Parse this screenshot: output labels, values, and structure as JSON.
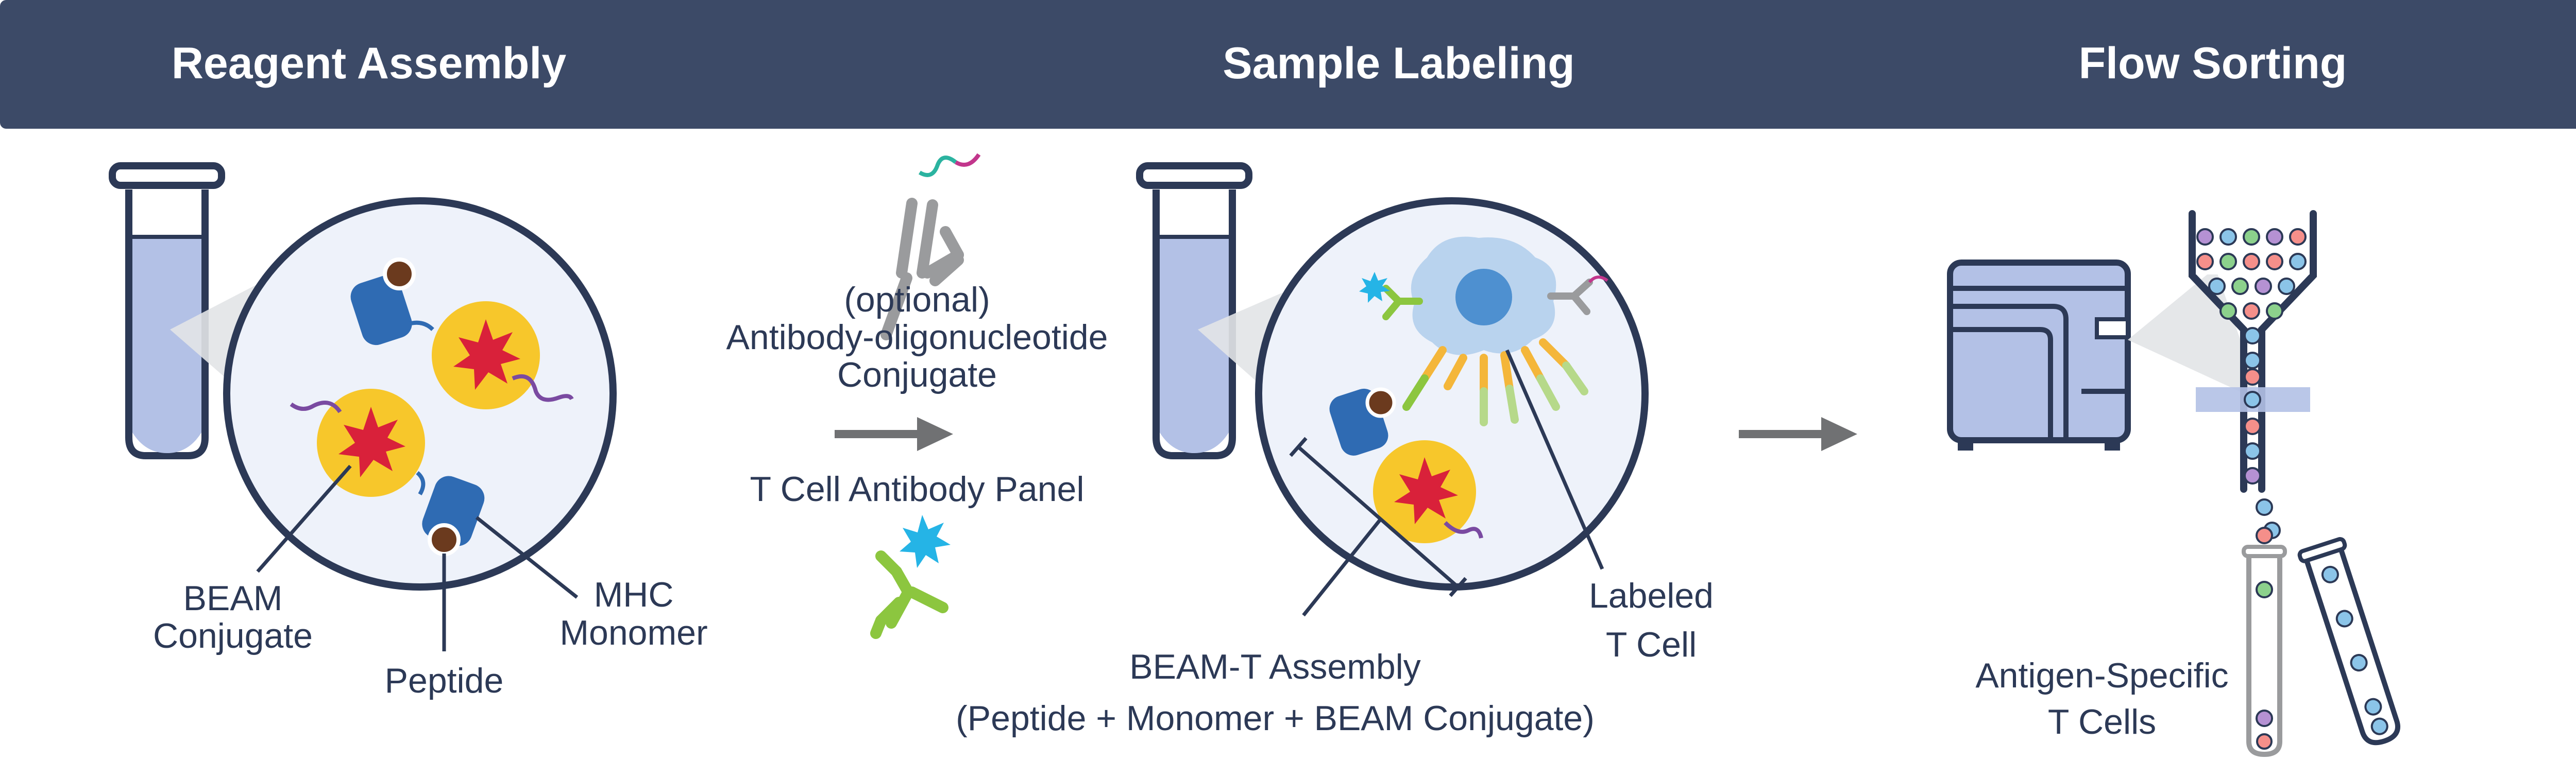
{
  "header": {
    "background": "#3c4a67",
    "stages": [
      "Reagent Assembly",
      "Sample Labeling",
      "Flow Sorting"
    ]
  },
  "reagent_assembly": {
    "beam_label_1": "BEAM",
    "beam_label_2": "Conjugate",
    "peptide_label": "Peptide",
    "mhc_label_1": "MHC",
    "mhc_label_2": "Monomer"
  },
  "middle": {
    "optional_1": "(optional)",
    "optional_2": "Antibody-oligonucleotide",
    "optional_3": "Conjugate",
    "panel_label": "T Cell Antibody Panel"
  },
  "sample_labeling": {
    "beamt_1": "BEAM-T Assembly",
    "beamt_2": "(Peptide + Monomer + BEAM Conjugate)",
    "labeled_1": "Labeled",
    "labeled_2": "T Cell"
  },
  "flow_sorting": {
    "antigen_1": "Antigen-Specific",
    "antigen_2": "T Cells"
  },
  "colors": {
    "navy": "#2c3956",
    "tube_fill": "#b3c1e6",
    "bead_yellow": "#f7c72b",
    "star_red": "#d9213a",
    "mhc_blue": "#2f6bb3",
    "peptide_brown": "#6b3a1e",
    "arrow_gray": "#707173",
    "antibody_gray": "#9a9b9d",
    "antibody_green": "#8cc63f",
    "star_cyan": "#25b4e6",
    "cell_blue": "#b9d3ee"
  }
}
